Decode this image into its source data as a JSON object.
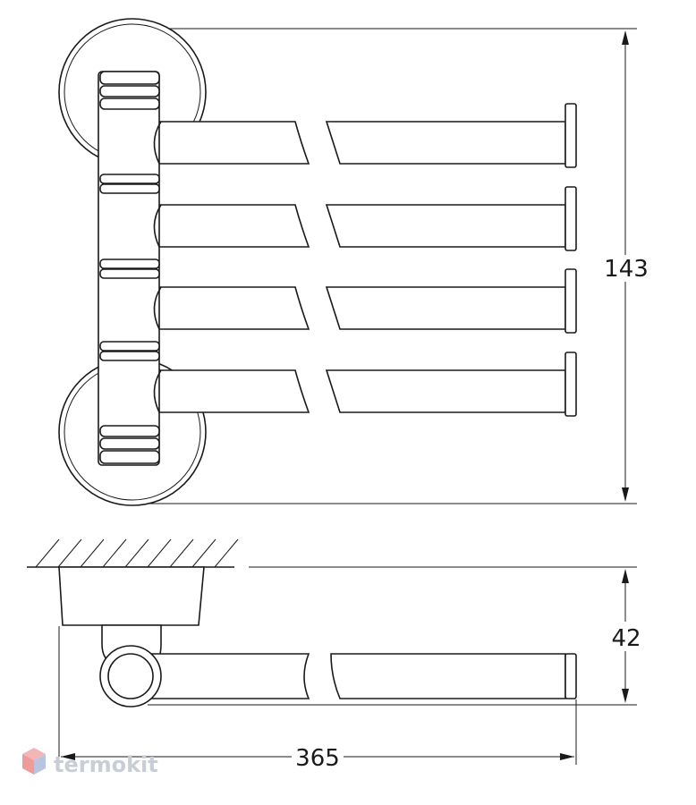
{
  "dimensions": {
    "height_front": "143",
    "depth_side": "42",
    "length": "365"
  },
  "watermark": {
    "text": "termokit",
    "icon": "cube-logo-icon",
    "colors": {
      "top": "#f3b5b5",
      "left": "#f09a9a",
      "right": "#b9c4e0"
    }
  }
}
